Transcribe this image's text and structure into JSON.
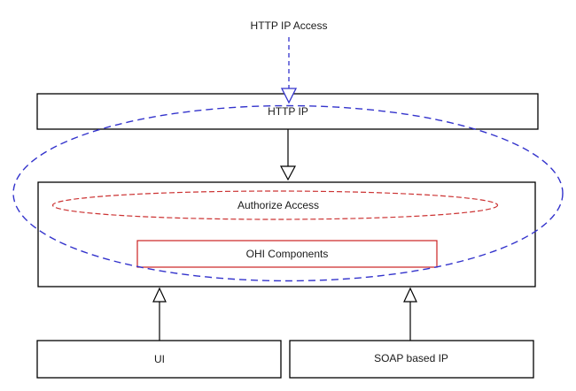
{
  "colors": {
    "blue": "#3333cc",
    "red": "#cc3333",
    "red_box": "#cc2222",
    "black": "#000000",
    "background": "#ffffff"
  },
  "labels": {
    "http_ip_access": "HTTP IP Access",
    "http_ip": "HTTP IP",
    "authorize_access": "Authorize Access",
    "ohi_components": "OHI Components",
    "ui": "UI",
    "soap_based_ip": "SOAP based IP"
  }
}
